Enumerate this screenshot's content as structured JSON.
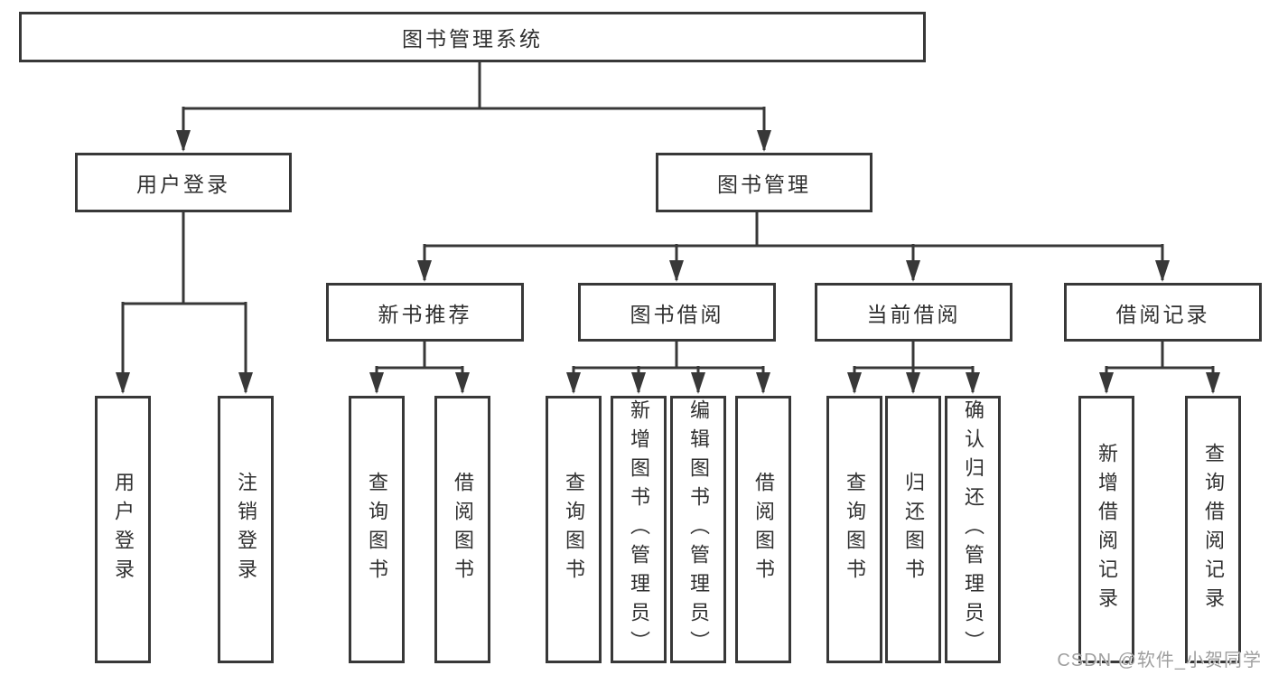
{
  "colors": {
    "line": "#383838",
    "box_border": "#383838",
    "text": "#303030",
    "watermark": "#9f9f9f",
    "background": "#ffffff"
  },
  "watermark": "CSDN @软件_小贺同学",
  "tree": {
    "root": "图书管理系统",
    "children": [
      {
        "label": "用户登录",
        "children": [
          {
            "label": "用户登录"
          },
          {
            "label": "注销登录"
          }
        ]
      },
      {
        "label": "图书管理",
        "children": [
          {
            "label": "新书推荐",
            "children": [
              {
                "label": "查询图书"
              },
              {
                "label": "借阅图书"
              }
            ]
          },
          {
            "label": "图书借阅",
            "children": [
              {
                "label": "查询图书"
              },
              {
                "label": "新增图书（管理员）"
              },
              {
                "label": "编辑图书（管理员）"
              },
              {
                "label": "借阅图书"
              }
            ]
          },
          {
            "label": "当前借阅",
            "children": [
              {
                "label": "查询图书"
              },
              {
                "label": "归还图书"
              },
              {
                "label": "确认归还（管理员）"
              }
            ]
          },
          {
            "label": "借阅记录",
            "children": [
              {
                "label": "新增借阅记录"
              },
              {
                "label": "查询借阅记录"
              }
            ]
          }
        ]
      }
    ]
  }
}
